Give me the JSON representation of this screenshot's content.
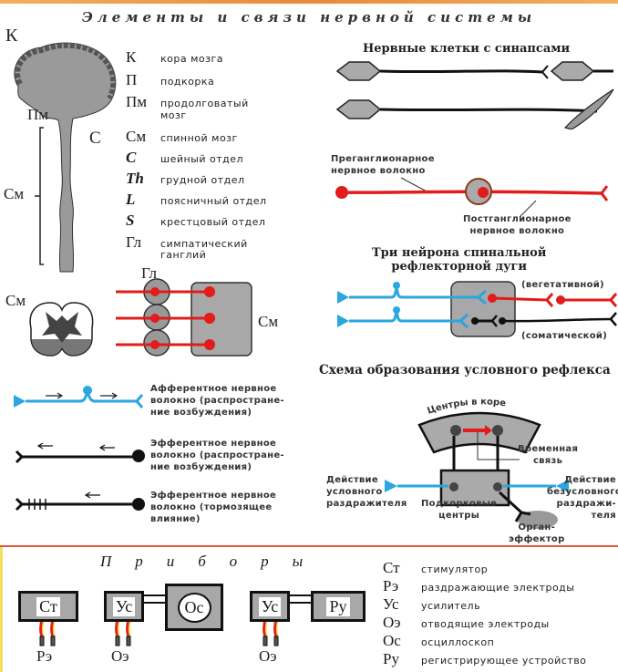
{
  "title": "Элементы и связи нервной системы",
  "brain": {
    "label_k": "К",
    "label_pm": "Пм",
    "label_c": "С",
    "label_sm": "См"
  },
  "legend": [
    {
      "key": "К",
      "text": "кора мозга",
      "italic": false
    },
    {
      "key": "П",
      "text": "подкорка",
      "italic": false
    },
    {
      "key": "Пм",
      "text": "продолговатый",
      "text2": "мозг",
      "italic": false
    },
    {
      "key": "См",
      "text": "спинной мозг",
      "italic": false
    },
    {
      "key": "C",
      "text": "шейный отдел",
      "italic": true
    },
    {
      "key": "Th",
      "text": "грудной отдел",
      "italic": true
    },
    {
      "key": "L",
      "text": "поясничный отдел",
      "italic": true
    },
    {
      "key": "S",
      "text": "крестцовый отдел",
      "italic": true
    },
    {
      "key": "Гл",
      "text": "симпатический",
      "text2": "ганглий",
      "italic": false
    }
  ],
  "ganglion": {
    "label_sm_left": "См",
    "label_gl": "Гл",
    "label_sm_right": "См"
  },
  "fibers": [
    {
      "line1": "Афферентное нервное",
      "line2": "волокно (распростране-",
      "line3": "ние возбуждения)",
      "color": "#2aa6e0"
    },
    {
      "line1": "Эфферентное нервное",
      "line2": "волокно (распростране-",
      "line3": "ние возбуждения)",
      "color": "#111111"
    },
    {
      "line1": "Эфферентное нервное",
      "line2": "волокно (тормозящее",
      "line3": "влияние)",
      "color": "#111111"
    }
  ],
  "synapses": {
    "title": "Нервные клетки с синапсами"
  },
  "autonomic": {
    "pre_line1": "Преганглионарное",
    "pre_line2": "нервное волокно",
    "post_line1": "Постганглионарное",
    "post_line2": "нервное волокно",
    "color": "#e21b1b"
  },
  "reflex_arc": {
    "title_line1": "Три нейрона спинальной",
    "title_line2": "рефлекторной дуги",
    "vegetative": "(вегетативной)",
    "somatic": "(соматической)"
  },
  "conditioned": {
    "title": "Схема образования условного рефлекса",
    "cortex": "Центры в коре",
    "temp_line1": "Временная",
    "temp_line2": "связь",
    "cond_line1": "Действие",
    "cond_line2": "условного",
    "cond_line3": "раздражителя",
    "uncond_line1": "Действие",
    "uncond_line2": "безусловного",
    "uncond_line3": "раздражи-",
    "uncond_line4": "теля",
    "subcort_line1": "Подкорковые",
    "subcort_line2": "центры",
    "organ_line1": "Орган-",
    "organ_line2": "эффектор"
  },
  "devices": {
    "title": "Приборы",
    "boxes": {
      "st": "Ст",
      "us1": "Ус",
      "os": "Ос",
      "us2": "Ус",
      "ru": "Ру"
    },
    "electrodes": {
      "re": "Рэ",
      "oe1": "Оэ",
      "oe2": "Оэ"
    },
    "legend": [
      {
        "key": "Ст",
        "text": "стимулятор"
      },
      {
        "key": "Рэ",
        "text": "раздражающие электроды"
      },
      {
        "key": "Ус",
        "text": "усилитель"
      },
      {
        "key": "Оэ",
        "text": "отводящие электроды"
      },
      {
        "key": "Ос",
        "text": "осциллоскоп"
      },
      {
        "key": "Ру",
        "text": "регистрирующее устройство"
      }
    ]
  },
  "colors": {
    "red": "#e21b1b",
    "blue": "#2aa6e0",
    "gray": "#a9a9a9",
    "separator": "#e2553a"
  }
}
